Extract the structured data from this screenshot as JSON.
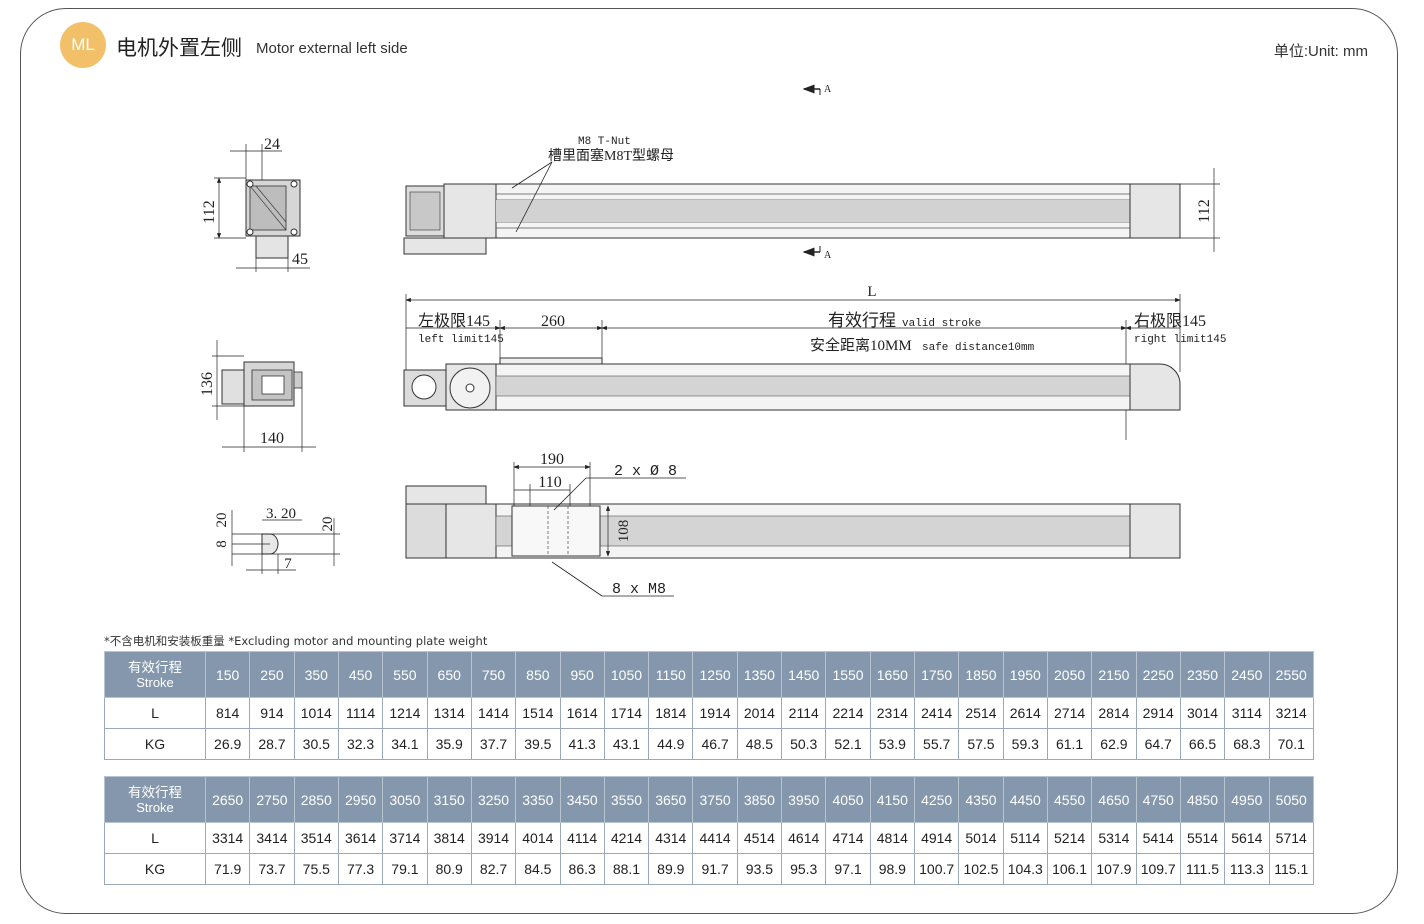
{
  "header": {
    "badge": "ML",
    "title_cn": "电机外置左侧",
    "title_en": "Motor external left side",
    "unit": "单位:Unit: mm"
  },
  "drawing": {
    "section_mark": "A",
    "tnut_en": "M8 T-Nut",
    "tnut_cn": "槽里面塞M8T型螺母",
    "dim_112": "112",
    "dim_24": "24",
    "dim_45": "45",
    "dim_136": "136",
    "dim_140": "140",
    "dim_L": "L",
    "left_limit_cn": "左极限145",
    "left_limit_en": "left limit145",
    "dim_260": "260",
    "valid_stroke_cn": "有效行程",
    "valid_stroke_en": "valid stroke",
    "safe_cn": "安全距离10MM",
    "safe_en": "safe distance10mm",
    "right_limit_cn": "右极限145",
    "right_limit_en": "right limit145",
    "dim_190": "190",
    "dim_110": "110",
    "holes": "2 x Ø 8",
    "dim_108": "108",
    "screws": "8 x M8",
    "dim_3_20": "3. 20",
    "dim_20a": "20",
    "dim_20b": "20",
    "dim_8": "8",
    "dim_7": "7"
  },
  "note": "*不含电机和安装板重量 *Excluding motor and mounting plate weight",
  "tables": [
    {
      "label_cn": "有效行程",
      "label_en": "Stroke",
      "row_L": "L",
      "row_KG": "KG",
      "stroke": [
        "150",
        "250",
        "350",
        "450",
        "550",
        "650",
        "750",
        "850",
        "950",
        "1050",
        "1150",
        "1250",
        "1350",
        "1450",
        "1550",
        "1650",
        "1750",
        "1850",
        "1950",
        "2050",
        "2150",
        "2250",
        "2350",
        "2450",
        "2550"
      ],
      "L": [
        "814",
        "914",
        "1014",
        "1114",
        "1214",
        "1314",
        "1414",
        "1514",
        "1614",
        "1714",
        "1814",
        "1914",
        "2014",
        "2114",
        "2214",
        "2314",
        "2414",
        "2514",
        "2614",
        "2714",
        "2814",
        "2914",
        "3014",
        "3114",
        "3214"
      ],
      "KG": [
        "26.9",
        "28.7",
        "30.5",
        "32.3",
        "34.1",
        "35.9",
        "37.7",
        "39.5",
        "41.3",
        "43.1",
        "44.9",
        "46.7",
        "48.5",
        "50.3",
        "52.1",
        "53.9",
        "55.7",
        "57.5",
        "59.3",
        "61.1",
        "62.9",
        "64.7",
        "66.5",
        "68.3",
        "70.1"
      ]
    },
    {
      "label_cn": "有效行程",
      "label_en": "Stroke",
      "row_L": "L",
      "row_KG": "KG",
      "stroke": [
        "2650",
        "2750",
        "2850",
        "2950",
        "3050",
        "3150",
        "3250",
        "3350",
        "3450",
        "3550",
        "3650",
        "3750",
        "3850",
        "3950",
        "4050",
        "4150",
        "4250",
        "4350",
        "4450",
        "4550",
        "4650",
        "4750",
        "4850",
        "4950",
        "5050"
      ],
      "L": [
        "3314",
        "3414",
        "3514",
        "3614",
        "3714",
        "3814",
        "3914",
        "4014",
        "4114",
        "4214",
        "4314",
        "4414",
        "4514",
        "4614",
        "4714",
        "4814",
        "4914",
        "5014",
        "5114",
        "5214",
        "5314",
        "5414",
        "5514",
        "5614",
        "5714"
      ],
      "KG": [
        "71.9",
        "73.7",
        "75.5",
        "77.3",
        "79.1",
        "80.9",
        "82.7",
        "84.5",
        "86.3",
        "88.1",
        "89.9",
        "91.7",
        "93.5",
        "95.3",
        "97.1",
        "98.9",
        "100.7",
        "102.5",
        "104.3",
        "106.1",
        "107.9",
        "109.7",
        "111.5",
        "113.3",
        "115.1"
      ]
    }
  ]
}
